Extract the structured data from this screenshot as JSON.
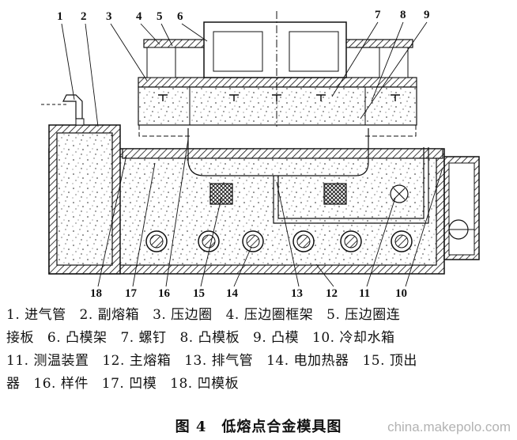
{
  "figure": {
    "part_numbers": [
      "1",
      "2",
      "3",
      "4",
      "5",
      "6",
      "7",
      "8",
      "9",
      "10",
      "11",
      "12",
      "13",
      "14",
      "15",
      "16",
      "17",
      "18"
    ],
    "legend_lines": [
      [
        "1. 进气管",
        "2. 副熔箱",
        "3. 压边圈",
        "4. 压边圈框架",
        "5. 压边圈连"
      ],
      [
        "接板",
        "6. 凸模架",
        "7. 螺钉",
        "8. 凸模板",
        "9. 凸模",
        "10. 冷却水箱"
      ],
      [
        "11. 测温装置",
        "12. 主熔箱",
        "13. 排气管",
        "14. 电加热器",
        "15. 顶出"
      ],
      [
        "器",
        "16. 样件",
        "17. 凹模",
        "18. 凹模板"
      ]
    ],
    "caption": "图 4　低熔点合金模具图"
  },
  "watermark": "china.makepolo.com"
}
